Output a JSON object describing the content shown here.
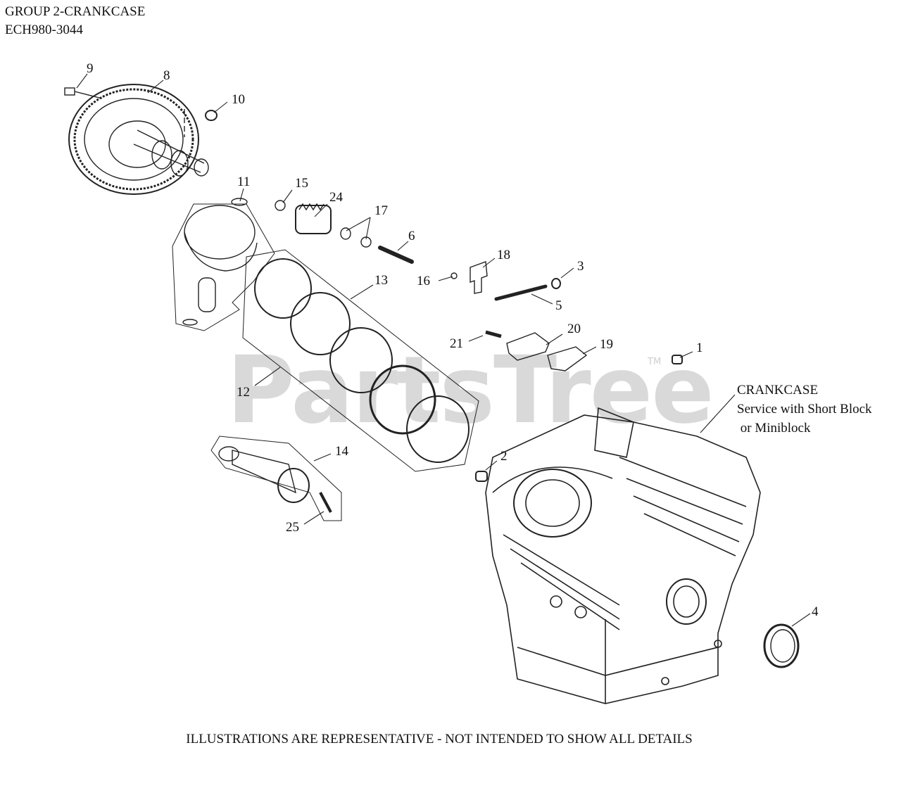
{
  "header": {
    "group_title": "GROUP 2-CRANKCASE",
    "model_code": "ECH980-3044"
  },
  "watermark": {
    "text": "PartsTree",
    "trademark": "TM"
  },
  "callouts": [
    "9",
    "8",
    "10",
    "11",
    "15",
    "24",
    "17",
    "6",
    "18",
    "3",
    "16",
    "13",
    "5",
    "21",
    "20",
    "19",
    "1",
    "12",
    "2",
    "14",
    "25",
    "4"
  ],
  "crankcase_note": {
    "line1": "CRANKCASE",
    "line2": "Service with Short Block",
    "line3": " or Miniblock"
  },
  "footer": "ILLUSTRATIONS ARE REPRESENTATIVE - NOT INTENDED TO SHOW ALL DETAILS"
}
